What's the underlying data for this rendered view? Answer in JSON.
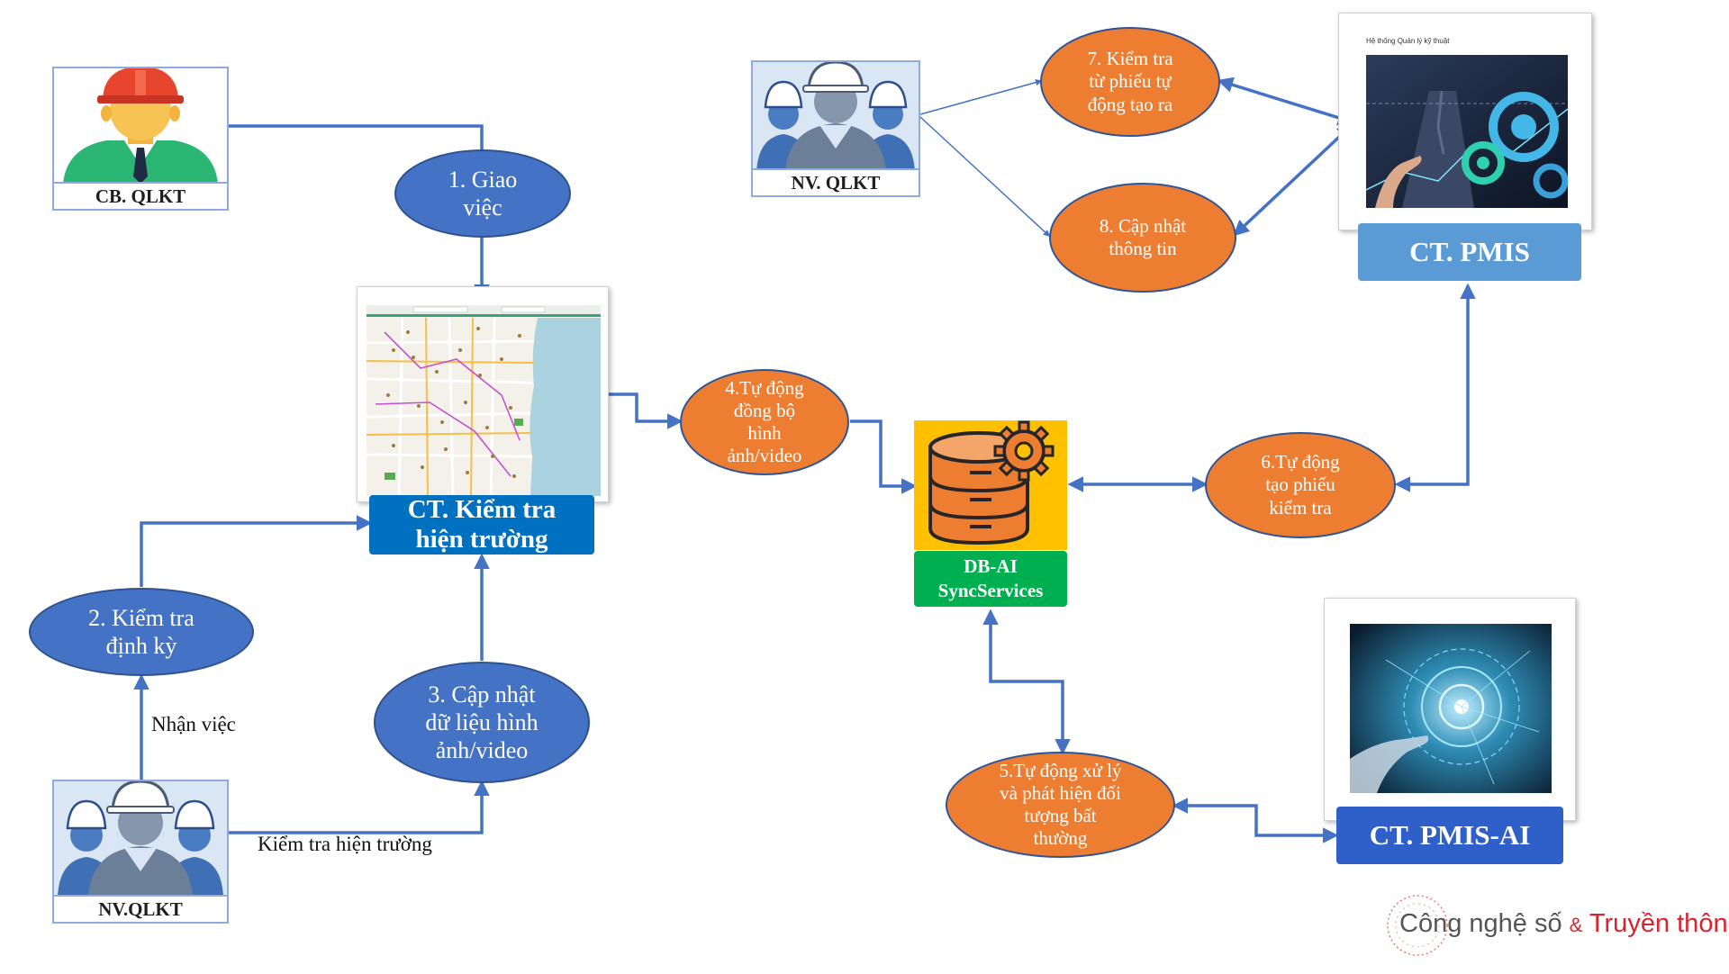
{
  "actors": {
    "cb_qlkt": "CB. QLKT",
    "nv_qlkt_top": "NV. QLKT",
    "nv_qlkt_bottom": "NV.QLKT"
  },
  "steps": {
    "s1": "1. Giao\nviệc",
    "s2": "2. Kiểm tra\nđịnh kỳ",
    "s3": "3. Cập nhật\ndữ liệu hình\nảnh/video",
    "s4": "4.Tự động\nđồng bộ\nhình\nảnh/video",
    "s5": "5.Tự động xử lý\nvà phát hiện đối\ntượng bất\nthường",
    "s6": "6.Tự động\ntạo phiếu\nkiểm tra",
    "s7": "7. Kiểm tra\ntừ phiếu tự\nđộng tạo ra",
    "s8": "8. Cập nhật\nthông tin"
  },
  "systems": {
    "field_check": "CT. Kiểm tra\nhiện trường",
    "pmis": "CT. PMIS",
    "pmis_ai": "CT. PMIS-AI",
    "db_ai": "DB-AI\nSyncServices",
    "pmis_screen_title": "Hệ thống Quản lý kỹ thuật"
  },
  "edge_labels": {
    "receive_job": "Nhận việc",
    "field_inspection": "Kiểm tra hiện trường"
  },
  "branding": {
    "part1": "Công nghệ số",
    "amp": "&",
    "part2": "Truyền thông"
  },
  "colors": {
    "blue_node": "#4472c4",
    "orange_node": "#ed7d31",
    "connector": "#4472c4",
    "db_background": "#ffc000",
    "db_label": "#00b050",
    "field_banner": "#0070c0",
    "pmis_banner": "#5b9bd5",
    "pmis_ai_banner": "#2f5fc8"
  }
}
